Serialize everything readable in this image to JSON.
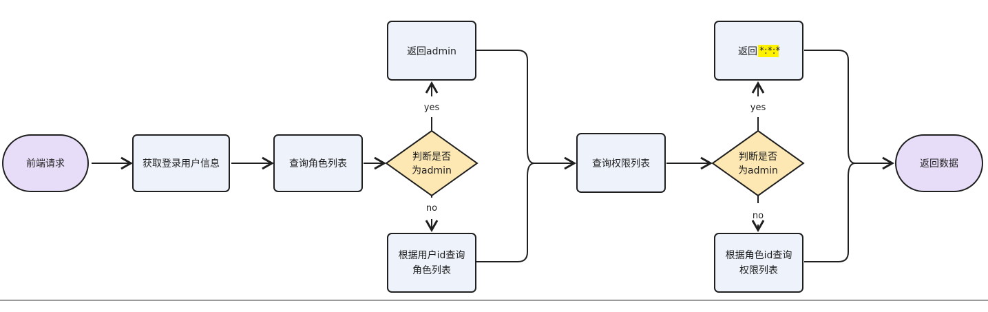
{
  "diagram": {
    "nodes": {
      "start": {
        "text": "前端请求"
      },
      "get_user": {
        "text": "获取登录用户信息"
      },
      "query_roles": {
        "text": "查询角色列表"
      },
      "decide_role": {
        "line1": "判断是否",
        "line2": "为admin"
      },
      "return_admin": {
        "text": "返回admin"
      },
      "roles_by_user": {
        "line1": "根据用户id查询",
        "line2": "角色列表"
      },
      "query_perms": {
        "text": "查询权限列表"
      },
      "decide_perm": {
        "line1": "判断是否",
        "line2": "为admin"
      },
      "return_all_prefix": {
        "text": "返回"
      },
      "return_all_highlight": {
        "text": "*:*:*"
      },
      "perms_by_role": {
        "line1": "根据角色id查询",
        "line2": "权限列表"
      },
      "end": {
        "text": "返回数据"
      }
    },
    "edge_labels": {
      "yes1": "yes",
      "no1": "no",
      "yes2": "yes",
      "no2": "no"
    },
    "colors": {
      "terminal_fill": "#e7ddf8",
      "process_fill": "#eef2fb",
      "decision_fill": "#fde8b4",
      "stroke": "#1f1f1f",
      "highlight": "#fff200"
    }
  }
}
